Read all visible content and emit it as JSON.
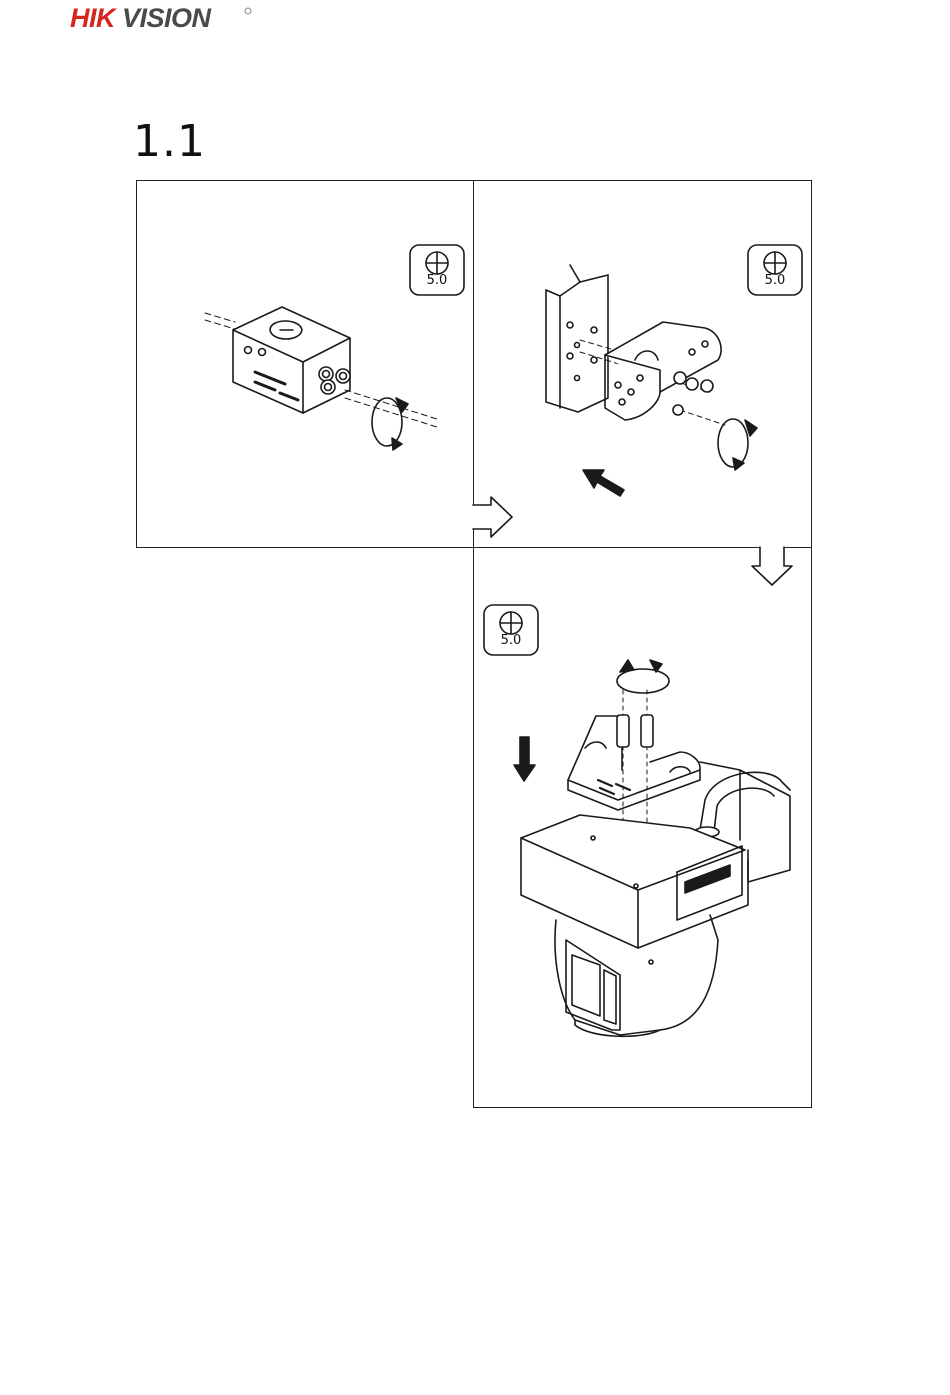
{
  "header": {
    "brand": "HIKVISION",
    "brand_color": "#d7261e"
  },
  "section": {
    "number": "1.1"
  },
  "steps": [
    {
      "tool_icon": "phillips-screwdriver-icon",
      "tool_size": "5.0"
    },
    {
      "tool_icon": "phillips-screwdriver-icon",
      "tool_size": "5.0"
    },
    {
      "tool_icon": "phillips-screwdriver-icon",
      "tool_size": "5.0"
    }
  ]
}
